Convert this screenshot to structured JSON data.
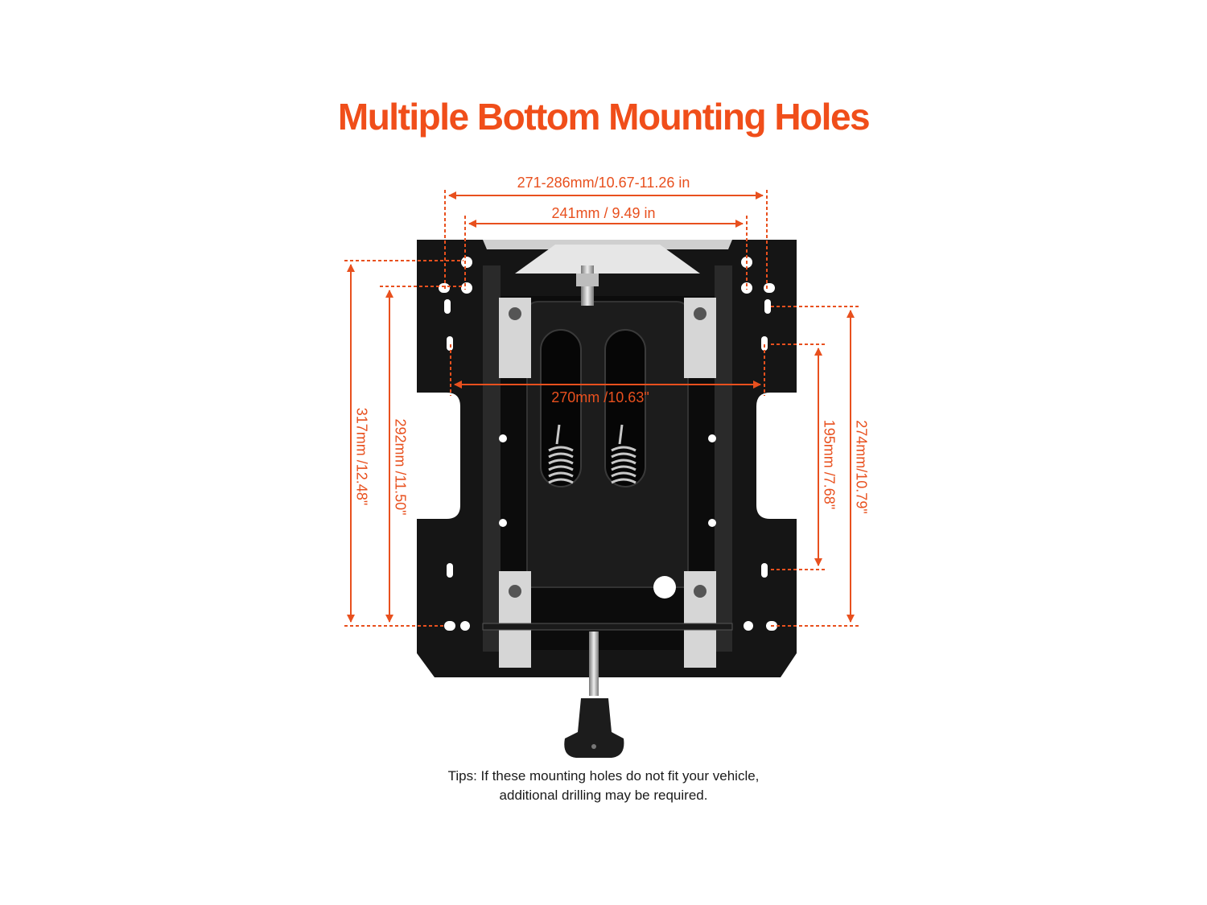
{
  "title": "Multiple Bottom Mounting Holes",
  "dimensions": {
    "top_outer": "271-286mm/10.67-11.26 in",
    "top_inner": "241mm / 9.49 in",
    "middle": "270mm /10.63\"",
    "left_outer": "317mm /12.48\"",
    "left_inner": "292mm /11.50\"",
    "right_inner": "195mm /7.68\"",
    "right_outer": "274mm/10.79\""
  },
  "tips": {
    "line1": "Tips: If these mounting holes do not fit your vehicle,",
    "line2": "additional drilling may be required."
  },
  "colors": {
    "accent": "#f04e1a",
    "dimension": "#e8501e",
    "metal": "#141414"
  }
}
